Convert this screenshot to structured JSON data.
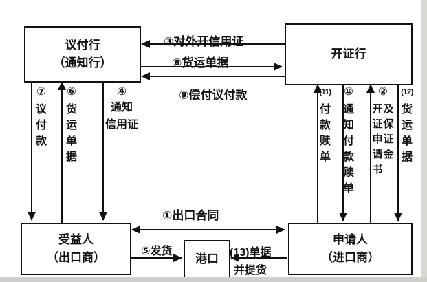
{
  "colors": {
    "ink": "#111111",
    "paper": "#ffffff",
    "scan_edge": "#d3d3cf"
  },
  "boxes": {
    "negotiating_bank": {
      "line1": "议付行",
      "line2": "（通知行）"
    },
    "issuing_bank": {
      "label": "开证行"
    },
    "beneficiary": {
      "line1": "受益人",
      "line2": "（出口商）"
    },
    "port": {
      "label": "港口"
    },
    "applicant": {
      "line1": "申请人",
      "line2": "（进口商）"
    }
  },
  "flows": {
    "open_lc": {
      "label": "③对外开信用证"
    },
    "shipping_docs_to_issuer": {
      "label": "⑧货运单据"
    },
    "reimburse": {
      "label": "⑨偿付议付款"
    },
    "negotiate_pay": {
      "num": "⑦",
      "text": "议付款"
    },
    "docs_to_negotiating": {
      "num": "⑥",
      "text": "货运单据"
    },
    "advise_lc": {
      "num": "④",
      "line1": "通知",
      "line2": "信用证"
    },
    "pay_redeem": {
      "num": "(11)",
      "text": "付款赎单"
    },
    "notify_redeem": {
      "num": "⑩",
      "text": "通知付款赎单"
    },
    "apply_lc": {
      "num": "②",
      "col1": "开证申请书",
      "col2": "及保证金"
    },
    "docs_to_applicant": {
      "num": "(12)",
      "text": "货运单据"
    },
    "export_contract": {
      "label": "①出口合同"
    },
    "ship_goods": {
      "label": "⑤发货"
    },
    "take_delivery": {
      "line1": "(13)单据",
      "line2": "并提货"
    }
  }
}
